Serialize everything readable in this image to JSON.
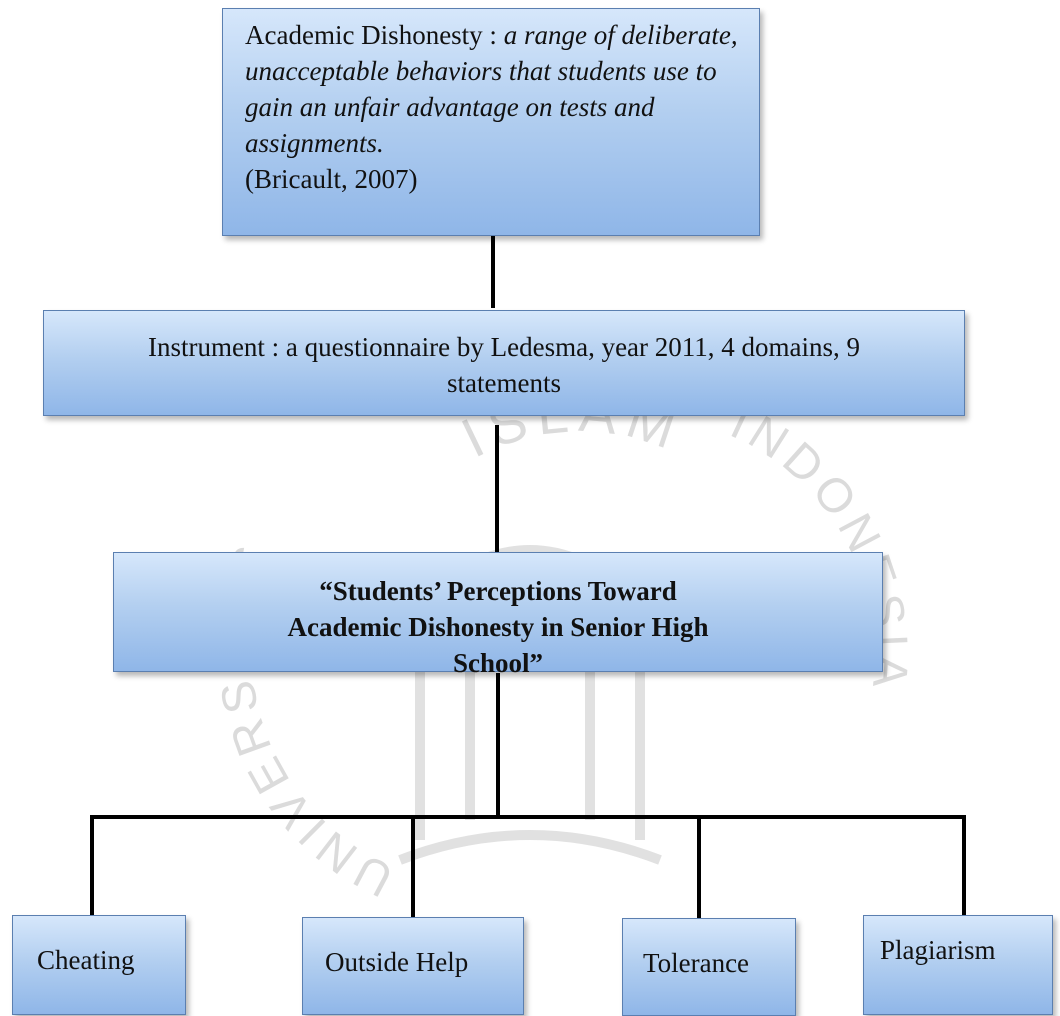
{
  "definition_box": {
    "term": "Academic Dishonesty :",
    "definition": "a range of deliberate, unacceptable behaviors that students use to gain an unfair advantage on tests and assignments.",
    "citation": "(Bricault, 2007)"
  },
  "instrument_box": {
    "text": "Instrument : a questionnaire by Ledesma, year 2011, 4 domains, 9 statements"
  },
  "title_box": {
    "text": "“Students’ Perceptions Toward Academic Dishonesty in Senior High School”"
  },
  "domains": [
    {
      "label": "Cheating"
    },
    {
      "label": "Outside Help"
    },
    {
      "label": "Tolerance"
    },
    {
      "label": "Plagiarism"
    }
  ],
  "watermark": {
    "text_top": "ISLAM",
    "text_left": "UNIVERSITAS",
    "text_right": "INDONESIA"
  },
  "colors": {
    "box_light": "#d6e7fb",
    "box_dark": "#8fb6e8",
    "box_border": "#5b7fb0",
    "connector": "#000000"
  }
}
